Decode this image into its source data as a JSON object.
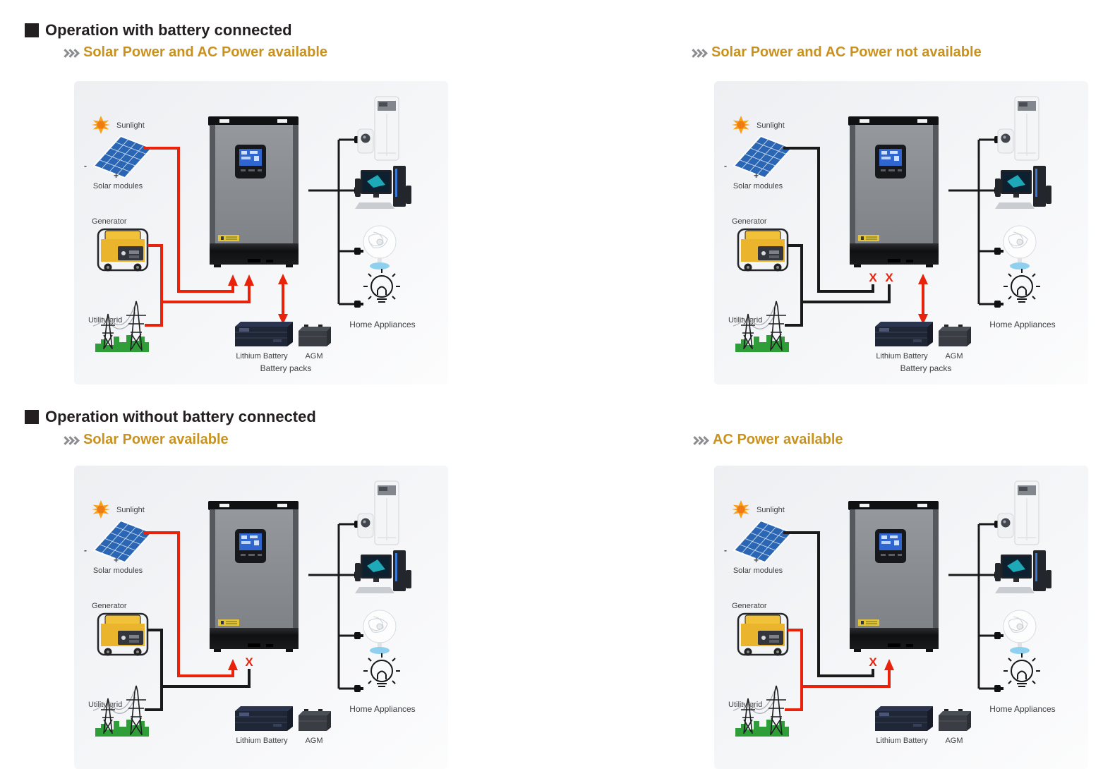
{
  "colors": {
    "wire_active": "#e8220b",
    "wire_inactive": "#1a1a1a",
    "heading": "#231f20",
    "subtitle": "#c9921e",
    "chevron": "#8a8c8f",
    "label": "#3f4145"
  },
  "sections": [
    {
      "heading": "Operation with battery connected"
    },
    {
      "heading": "Operation without battery connected"
    }
  ],
  "panels": [
    {
      "subtitle": "Solar Power and AC Power available",
      "solar_wire": "#e8220b",
      "ac_wire": "#e8220b",
      "solar_terminal": "arrow",
      "ac_terminal": "arrow",
      "battery_link": true,
      "labels": {
        "sunlight": "Sunlight",
        "solar_modules": "Solar modules",
        "minus": "-",
        "plus": "+",
        "generator": "Generator",
        "utility_grid": "Utility grid",
        "home_appliances": "Home Appliances",
        "lithium_battery": "Lithium Battery",
        "agm": "AGM",
        "battery_packs": "Battery packs"
      }
    },
    {
      "subtitle": "Solar Power and AC Power not available",
      "solar_wire": "#1a1a1a",
      "ac_wire": "#1a1a1a",
      "solar_terminal": "x",
      "ac_terminal": "x",
      "x_solar": "X",
      "x_ac": "X",
      "battery_link": true,
      "labels": {
        "sunlight": "Sunlight",
        "solar_modules": "Solar modules",
        "minus": "-",
        "plus": "+",
        "generator": "Generator",
        "utility_grid": "Utility grid",
        "home_appliances": "Home Appliances",
        "lithium_battery": "Lithium Battery",
        "agm": "AGM",
        "battery_packs": "Battery packs"
      }
    },
    {
      "subtitle": "Solar Power available",
      "solar_wire": "#e8220b",
      "ac_wire": "#1a1a1a",
      "solar_terminal": "arrow",
      "ac_terminal": "x",
      "x_ac": "X",
      "battery_link": false,
      "labels": {
        "sunlight": "Sunlight",
        "solar_modules": "Solar modules",
        "minus": "-",
        "plus": "+",
        "generator": "Generator",
        "utility_grid": "Utility grid",
        "home_appliances": "Home Appliances",
        "lithium_battery": "Lithium Battery",
        "agm": "AGM"
      }
    },
    {
      "subtitle": "AC Power available",
      "solar_wire": "#1a1a1a",
      "ac_wire": "#e8220b",
      "solar_terminal": "x",
      "ac_terminal": "arrow",
      "x_solar": "X",
      "battery_link": false,
      "labels": {
        "sunlight": "Sunlight",
        "solar_modules": "Solar modules",
        "minus": "-",
        "plus": "+",
        "generator": "Generator",
        "utility_grid": "Utility grid",
        "home_appliances": "Home Appliances",
        "lithium_battery": "Lithium Battery",
        "agm": "AGM"
      }
    }
  ]
}
